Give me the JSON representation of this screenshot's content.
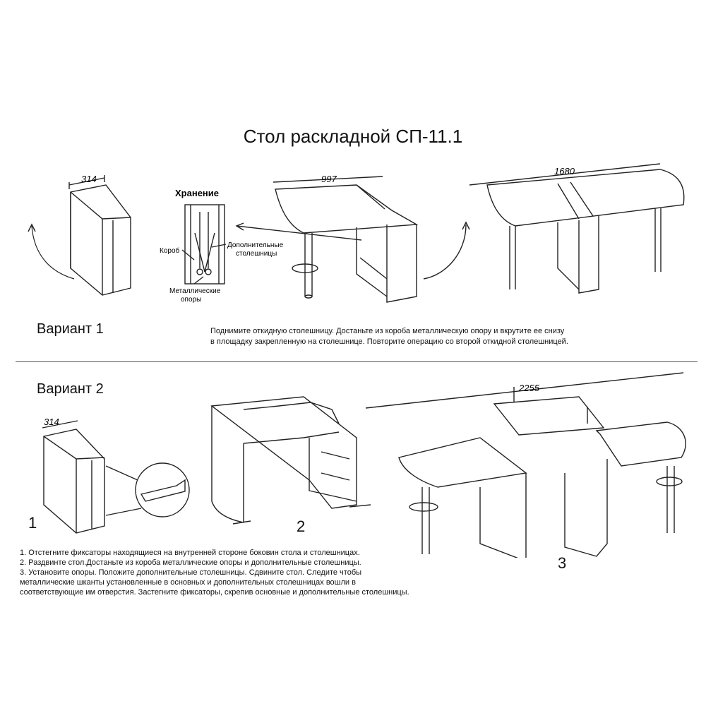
{
  "title": "Стол раскладной СП-11.1",
  "variant1": {
    "label": "Вариант 1",
    "dims": {
      "folded": "314",
      "half": "997",
      "full": "1680"
    },
    "storage": {
      "heading": "Хранение",
      "box": "Короб",
      "extra_tops_1": "Дополнительные",
      "extra_tops_2": "столешницы",
      "legs_1": "Металлические",
      "legs_2": "опоры"
    },
    "text_line1": "Поднимите откидную столешницу. Достаньте из короба металлическую опору и вкрутите ее снизу",
    "text_line2": "в площадку закрепленную на столешнице. Повторите операцию со второй откидной столешницей."
  },
  "variant2": {
    "label": "Вариант 2",
    "dims": {
      "folded": "314",
      "full": "2255"
    },
    "step_numbers": [
      "1",
      "2",
      "3"
    ],
    "steps": [
      "1. Отстегните фиксаторы находящиеся на внутренней стороне боковин стола и столешницах.",
      "2. Раздвинте  стол.Достаньте из короба металлические опоры и  дополнительные  столешницы.",
      "3.  Установите опоры.  Положите дополнительные  столешницы.  Сдвините стол.  Следите  чтобы",
      "   металлические  шканты  установленные  в основных и дополнительных столешницах вошли в",
      "   соответствующие им отверстия. Застегните фиксаторы, скрепив  основные и дополнительные столешницы."
    ]
  }
}
